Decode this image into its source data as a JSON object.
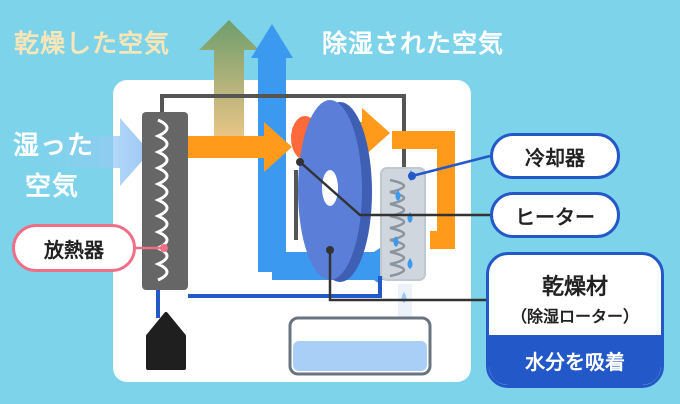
{
  "labels": {
    "dry_air": "乾燥した空気",
    "dehumidified_air": "除湿された空気",
    "humid_air_line1": "湿った",
    "humid_air_line2": "空気",
    "cooler": "冷却器",
    "heater": "ヒーター",
    "radiator": "放熱器",
    "desiccant_title": "乾燥材",
    "desiccant_sub": "（除湿ローター）",
    "absorbs_moisture": "水分を吸着"
  },
  "colors": {
    "background": "#7dd3ea",
    "panel": "#ffffff",
    "dry_air_arrow": "#7ca56f",
    "dehumidified_arrow": "#3b9aef",
    "warm_air_arrow": "#ff9a1a",
    "rotor": "#5b7fd9",
    "pipe": "#2358c8",
    "radiator_accent": "#ee6f86"
  }
}
